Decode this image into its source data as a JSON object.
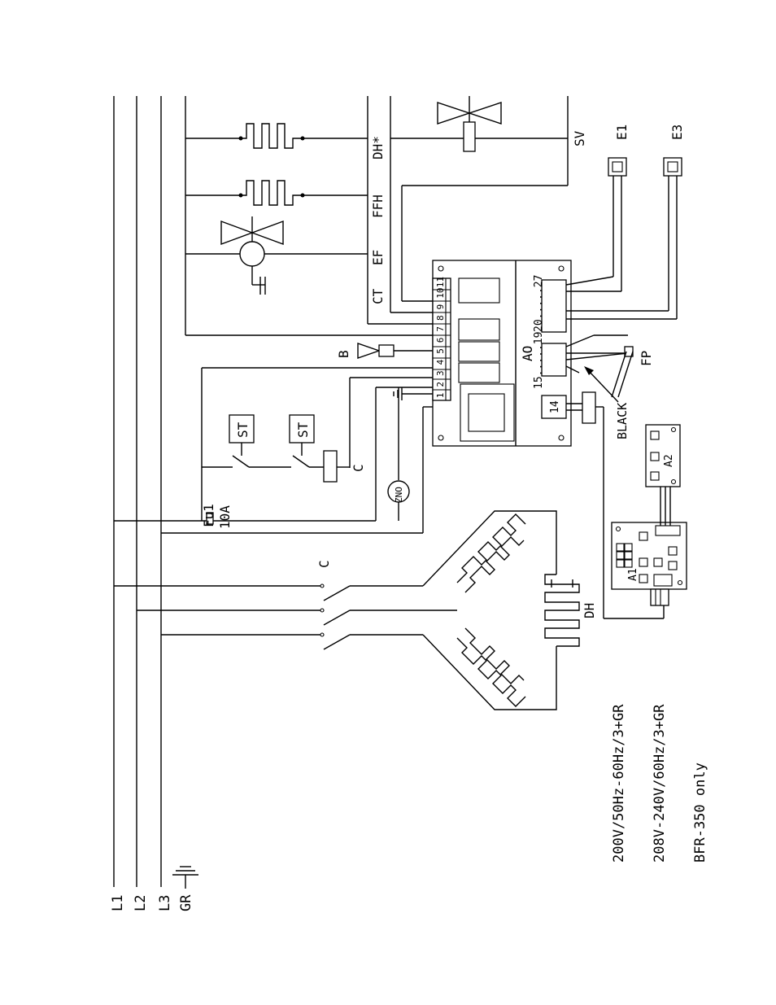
{
  "bus": {
    "l1": "L1",
    "l2": "L2",
    "l3": "L3",
    "gr": "GR"
  },
  "loads": {
    "dh_star": "DH*",
    "ffh": "FFH",
    "ef": "EF",
    "ct": "CT",
    "sv": "SV"
  },
  "sensors": {
    "e1": "E1",
    "e3": "E3",
    "fp": "FP",
    "black": "BLACK"
  },
  "board": {
    "terminals": [
      "1",
      "2",
      "3",
      "4",
      "5",
      "6",
      "7",
      "8",
      "9",
      "10",
      "11"
    ],
    "ao": "AO",
    "range_a": "15.....19",
    "range_b": "20.....27",
    "conn_14": "14"
  },
  "components": {
    "buzzer": "B",
    "st1": "ST",
    "st2": "ST",
    "coil_c": "C",
    "fuse_name": "Fu1",
    "fuse_rating": "10A",
    "zno": "ZNO",
    "contactor_c": "C",
    "heater_dh": "DH",
    "a1": "A1",
    "a2": "A2"
  },
  "notes": {
    "line1": "200V/50Hz-60Hz/3+GR",
    "line2": "208V-240V/60Hz/3+GR",
    "line3": "BFR-350 only"
  }
}
